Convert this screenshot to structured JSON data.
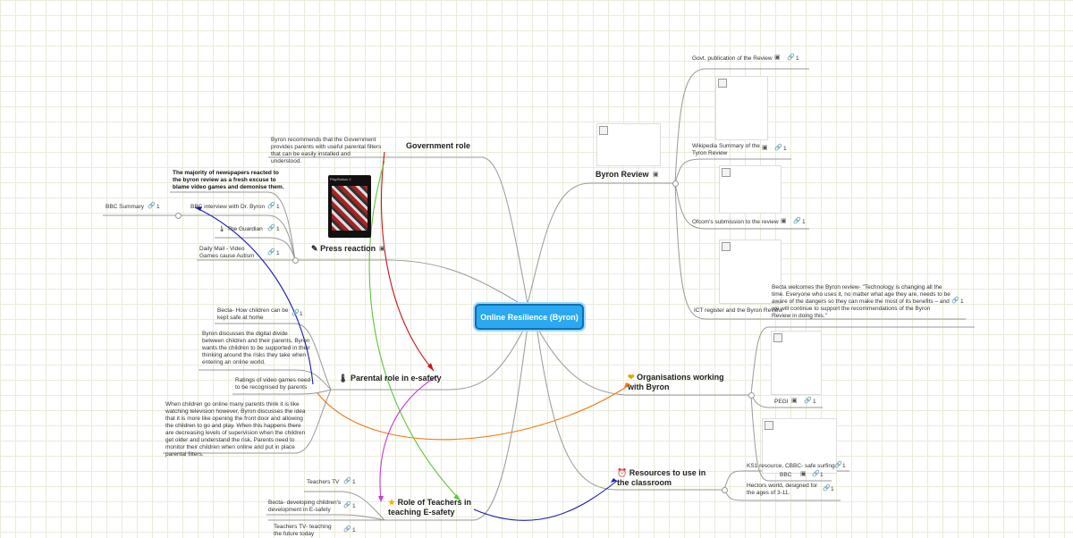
{
  "center": {
    "title": "Online Resilience (Byron)"
  },
  "branches": {
    "government_role": "Government role",
    "press_reaction": "Press reaction",
    "parental_role": "Parental role in e-safety",
    "role_teachers": "Role of Teachers in teaching E-safety",
    "byron_review": "Byron Review",
    "organisations": "Organisations working with Byron",
    "resources": "Resources to use in the classroom"
  },
  "notes": {
    "gov_recommend": "Byron recommends that the Government provides parents with useful parental filters that can be easily installed and understood.",
    "press_majority": "The majority of newspapers reacted to the byron review as a fresh excuse to blame video games and demonise them.",
    "bbc_interview": "BBC interview with Dr. Byron",
    "guardian": "The Guardian",
    "daily_mail": "Daily Mail - Video Games cause Autism",
    "bbc_summary": "BBC Summary",
    "becta_how": "Becta- How children can be kept safe at home",
    "byron_digital": "Byron discusses the digital divide between children and their parents. Byron wants the children to be supported in their thinking around the risks they take when entering an online world.",
    "ratings": "Ratings of video games need to be recognised by parents",
    "when_children": "When children go online many parents think it is like watching television however, Byron discusses the idea that it is more like opening the front door and allowing the children to go and play. When this happens there are decreasing levels of supervision when the children get older and understand the risk. Parents need to monitor their children when online and put in place parental filters.",
    "teachers_tv": "Teachers TV",
    "becta_dev": "Becta- developing children's development in E-safety",
    "teachers_tv_teaching": "Teachers TV- teaching the future today",
    "govt_publication": "Govt. publication of the Review",
    "wikipedia": "Wikipedia Summary of the Tyron Review",
    "ofcom": "Ofcom's submission to the review",
    "ict_register": "ICT register and the Byron Review",
    "becta_welcomes": "Becta welcomes the Byron review- \"Technology is changing all the time. Everyone who uses it, no matter what age they are, needs to be aware of the dangers so they can make the most of its benefits – and we will continue to support the recommendations of the Byron Review in doing this.\"",
    "pegi": "PEGI",
    "bbc": "BBC",
    "ks1": "KS1 resource, CBBC- safe surfing",
    "hectors": "Hectors world, designed for the ages of 3-11."
  },
  "counts": {
    "one": "1"
  },
  "cover_label": "PlayStation 2",
  "icons": {
    "link": "link-icon",
    "note": "note-icon",
    "pencil": "pencil-icon",
    "star": "star-icon",
    "clock": "clock-icon",
    "heart": "heart-icon",
    "thermo": "thermometer-icon"
  },
  "colors": {
    "center": "#2aa9f0",
    "red": "#c8141e",
    "green": "#5ec43a",
    "blue": "#1a1ab4",
    "orange": "#f07814",
    "magenta": "#c83cd2"
  }
}
